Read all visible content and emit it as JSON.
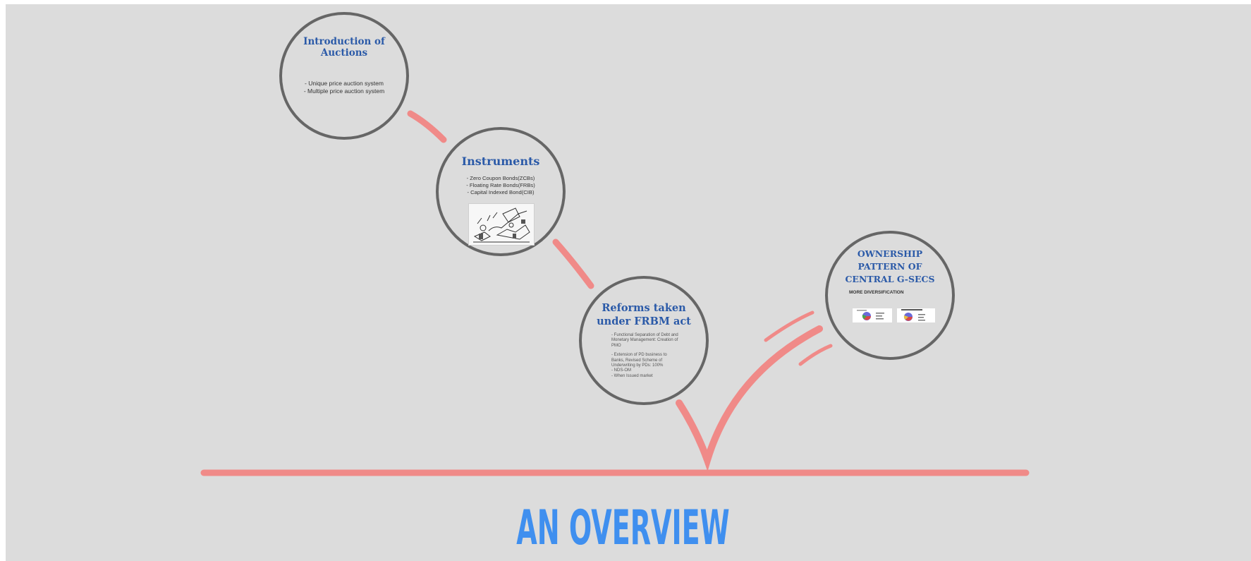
{
  "overview_title": "AN OVERVIEW",
  "colors": {
    "background": "#dcdcdc",
    "circle_border": "#666666",
    "heading_blue": "#2b5aa8",
    "overview_blue": "#3f8fef",
    "path_red": "#f08a88"
  },
  "frames": {
    "auctions": {
      "title_line1": "Introduction of",
      "title_line2": "Auctions",
      "bullets": [
        "- Unique price auction system",
        "- Multiple price auction system"
      ]
    },
    "instruments": {
      "title": "Instruments",
      "bullets": [
        "- Zero Coupon Bonds(ZCBs)",
        "- Floating Rate Bonds(FRBs)",
        "- Capital Indexed Bond(CIB)"
      ],
      "image": "cartoon-illustration"
    },
    "reforms": {
      "title_line1": "Reforms taken",
      "title_line2": "under FRBM act",
      "bullets": [
        "- Functional Separation of Debt and Monetary Management: Creation of PMO",
        "- Extension of PD business to Banks, Revised Scheme of Underwriting by PDs: 100%",
        "- NDS-OM",
        "- When Issued market"
      ]
    },
    "ownership": {
      "title_line1": "OWNERSHIP",
      "title_line2": "PATTERN OF",
      "title_line3": "CENTRAL G-SECS",
      "subtitle": "MORE DIVERSIFICATION",
      "thumbnails": [
        "pie-chart-thumbnail",
        "pie-chart-thumbnail"
      ]
    }
  }
}
